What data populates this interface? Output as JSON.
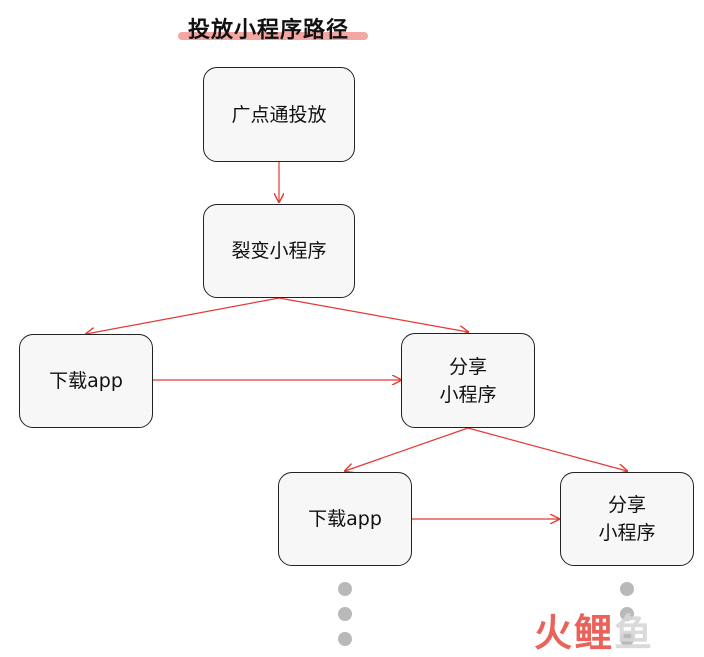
{
  "title": "投放小程序路径",
  "nodes": {
    "gdt": "广点通投放",
    "fission": "裂变小程序",
    "download1": "下载app",
    "share1_line1": "分享",
    "share1_line2": "小程序",
    "download2": "下载app",
    "share2_line1": "分享",
    "share2_line2": "小程序"
  },
  "edges": [
    [
      "gdt",
      "fission"
    ],
    [
      "fission",
      "download1"
    ],
    [
      "fission",
      "share1"
    ],
    [
      "download1",
      "share1"
    ],
    [
      "share1",
      "download2"
    ],
    [
      "share1",
      "share2"
    ],
    [
      "download2",
      "share2"
    ]
  ],
  "colors": {
    "arrow": "#e53935",
    "highlight": "#f2a7a3",
    "ellipsis": "#b9b9b9"
  },
  "watermark": {
    "part1": "火",
    "part2": "鲤",
    "part3": "鱼"
  }
}
